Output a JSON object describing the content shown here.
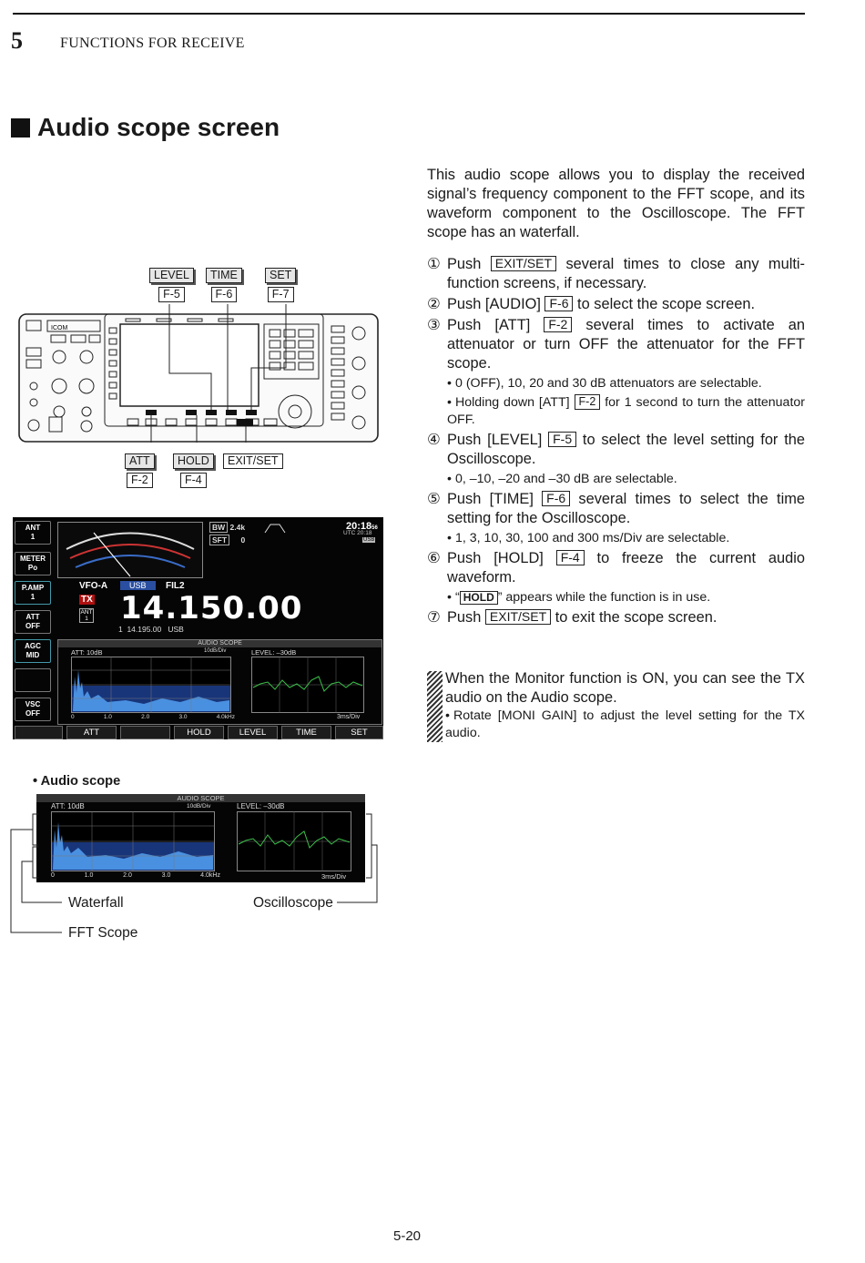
{
  "header": {
    "chapter_number": "5",
    "chapter_title": "FUNCTIONS FOR RECEIVE"
  },
  "section": {
    "title": "Audio scope screen"
  },
  "intro": "This audio scope allows you to display the received signal’s frequency component to the FFT scope, and its waveform component to the Oscilloscope. The FFT scope has an waterfall.",
  "steps": [
    {
      "num": "①",
      "pre": "Push ",
      "key": "EXIT/SET",
      "post": " several times to close any multi-function screens, if necessary.",
      "bullets": []
    },
    {
      "num": "②",
      "pre": "Push [AUDIO] ",
      "key": "F-6",
      "post": " to select the scope screen.",
      "bullets": []
    },
    {
      "num": "③",
      "pre": "Push [ATT] ",
      "key": "F-2",
      "post": " several times to activate an attenuator or turn OFF the attenuator for the FFT scope.",
      "bullets": [
        "0 (OFF), 10, 20 and 30 dB attenuators are selectable."
      ]
    },
    {
      "num": "④",
      "pre": "Push [LEVEL] ",
      "key": "F-5",
      "post": " to select the level setting for the Oscilloscope.",
      "bullets": [
        "0, –10, –20 and –30 dB are selectable."
      ]
    },
    {
      "num": "⑤",
      "pre": "Push [TIME] ",
      "key": "F-6",
      "post": " several times to select the time setting for the Oscilloscope.",
      "bullets": [
        "1, 3, 10, 30, 100 and 300 ms/Div are selectable."
      ]
    },
    {
      "num": "⑥",
      "pre": "Push [HOLD] ",
      "key": "F-4",
      "post": " to freeze the current audio waveform.",
      "bullets": []
    },
    {
      "num": "⑦",
      "pre": "Push ",
      "key": "EXIT/SET",
      "post": " to exit the scope screen.",
      "bullets": []
    }
  ],
  "step3_bullet2": {
    "pre": "Holding down [ATT] ",
    "key": "F-2",
    "post": " for 1 second to turn the attenuator OFF."
  },
  "step6_bullet": {
    "pre": "“",
    "key": "HOLD",
    "post": "” appears while the function is in use."
  },
  "note": {
    "text": "When the Monitor function is ON, you can see the TX audio on the Audio scope.",
    "bullet": "Rotate [MONI GAIN] to adjust the level setting for the TX audio."
  },
  "panel_keys": {
    "top": [
      {
        "name": "LEVEL",
        "f": "F-5"
      },
      {
        "name": "TIME",
        "f": "F-6"
      },
      {
        "name": "SET",
        "f": "F-7"
      }
    ],
    "bottom": [
      {
        "name": "ATT",
        "f": "F-2"
      },
      {
        "name": "HOLD",
        "f": "F-4"
      },
      {
        "name": "EXIT/SET",
        "f": ""
      }
    ],
    "brand": "ICOM"
  },
  "lcd": {
    "side_keys": [
      [
        "ANT",
        "1"
      ],
      [
        "METER",
        "Po"
      ],
      [
        "P.AMP",
        "1"
      ],
      [
        "ATT",
        "OFF"
      ],
      [
        "AGC",
        "MID"
      ],
      [
        "",
        ""
      ],
      [
        "VSC",
        "OFF"
      ]
    ],
    "bw_label": "BW",
    "bw_value": "2.4k",
    "sft_label": "SFT",
    "sft_value": "0",
    "clock": "20:18",
    "clock_sec": "56",
    "utc": "UTC 20:18",
    "mode_tag": "USB",
    "vfo": "VFO-A",
    "mode": "USB",
    "filter": "FIL2",
    "tx": "TX",
    "ant": "ANT 1",
    "freq": "14.150.00",
    "sub_line": "1  14.195.00   USB",
    "scope_title": "AUDIO SCOPE",
    "att": "ATT: 10dB",
    "db_div": "10dB/Div",
    "level": "LEVEL: –30dB",
    "x_ticks": [
      "0",
      "1.0",
      "2.0",
      "3.0",
      "4.0kHz"
    ],
    "ms_div": "3ms/Div",
    "fkeys": [
      "",
      "ATT",
      "",
      "HOLD",
      "LEVEL",
      "TIME",
      "SET"
    ]
  },
  "caption": "• Audio scope",
  "callouts": {
    "waterfall": "Waterfall",
    "oscilloscope": "Oscilloscope",
    "fft": "FFT Scope"
  },
  "page_number": "5-20"
}
